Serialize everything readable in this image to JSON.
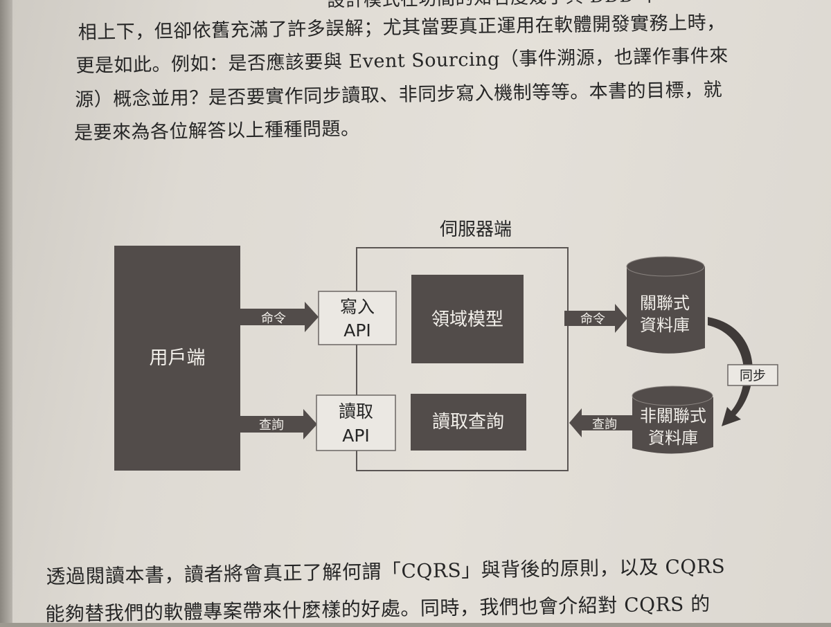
{
  "text_top": {
    "lines": [
      "相上下，但卻依舊充滿了許多誤解；尤其當要真正運用在軟體開發實務上時，",
      "更是如此。例如：是否應該要與 Event Sourcing（事件溯源，也譯作事件來",
      "源）概念並用？是否要實作同步讀取、非同步寫入機制等等。本書的目標，就",
      "是要來為各位解答以上種種問題。"
    ],
    "partial_top_line": "設計模式在坊間的知名度幾乎與 DDD 不"
  },
  "diagram": {
    "server_label": "伺服器端",
    "client_label": "用戶端",
    "write_api": {
      "line1": "寫入",
      "line2": "API"
    },
    "read_api": {
      "line1": "讀取",
      "line2": "API"
    },
    "domain_model": "領域模型",
    "read_query": "讀取查詢",
    "arrow_command_left": "命令",
    "arrow_query_left": "查詢",
    "arrow_command_right": "命令",
    "arrow_query_right": "查詢",
    "relational_db": {
      "line1": "關聯式",
      "line2": "資料庫"
    },
    "nonrelational_db": {
      "line1": "非關聯式",
      "line2": "資料庫"
    },
    "sync_label": "同步"
  },
  "text_bottom": {
    "lines": [
      "透過閱讀本書，讀者將會真正了解何謂「CQRS」與背後的原則，以及 CQRS",
      "能夠替我們的軟體專案帶來什麼樣的好處。同時，我們也會介紹對 CQRS 的"
    ]
  },
  "colors": {
    "dark_block": "#524c4a",
    "light_box": "#ebe8e3",
    "text": "#262626"
  }
}
